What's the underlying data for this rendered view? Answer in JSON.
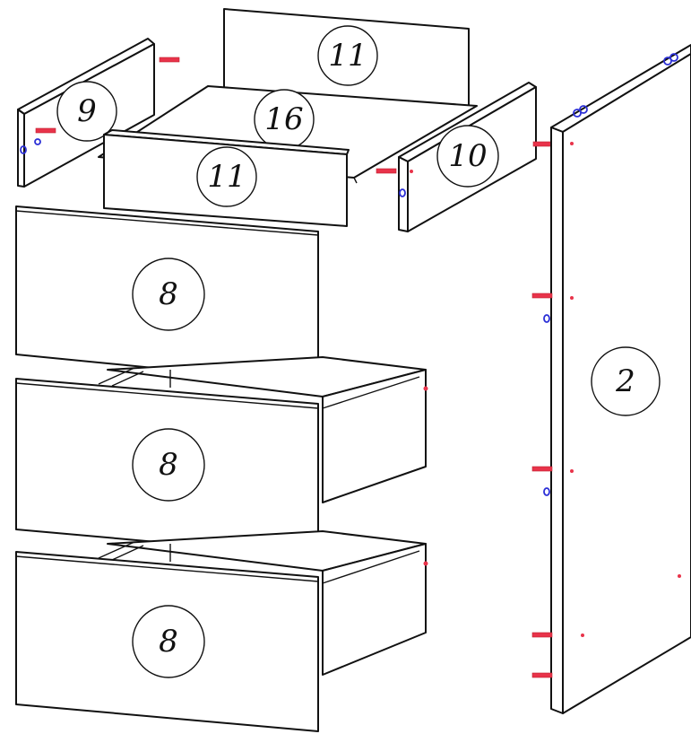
{
  "parts": [
    {
      "id": "part-9",
      "number": "9"
    },
    {
      "id": "part-11-back",
      "number": "11"
    },
    {
      "id": "part-16",
      "number": "16"
    },
    {
      "id": "part-11-front",
      "number": "11"
    },
    {
      "id": "part-10",
      "number": "10"
    },
    {
      "id": "part-8-top",
      "number": "8"
    },
    {
      "id": "part-8-middle",
      "number": "8"
    },
    {
      "id": "part-8-bottom",
      "number": "8"
    },
    {
      "id": "part-2",
      "number": "2"
    }
  ],
  "colors": {
    "outline": "#111111",
    "dowel": "#e8334a",
    "cam_lock": "#2b2fd6",
    "background": "#ffffff"
  }
}
